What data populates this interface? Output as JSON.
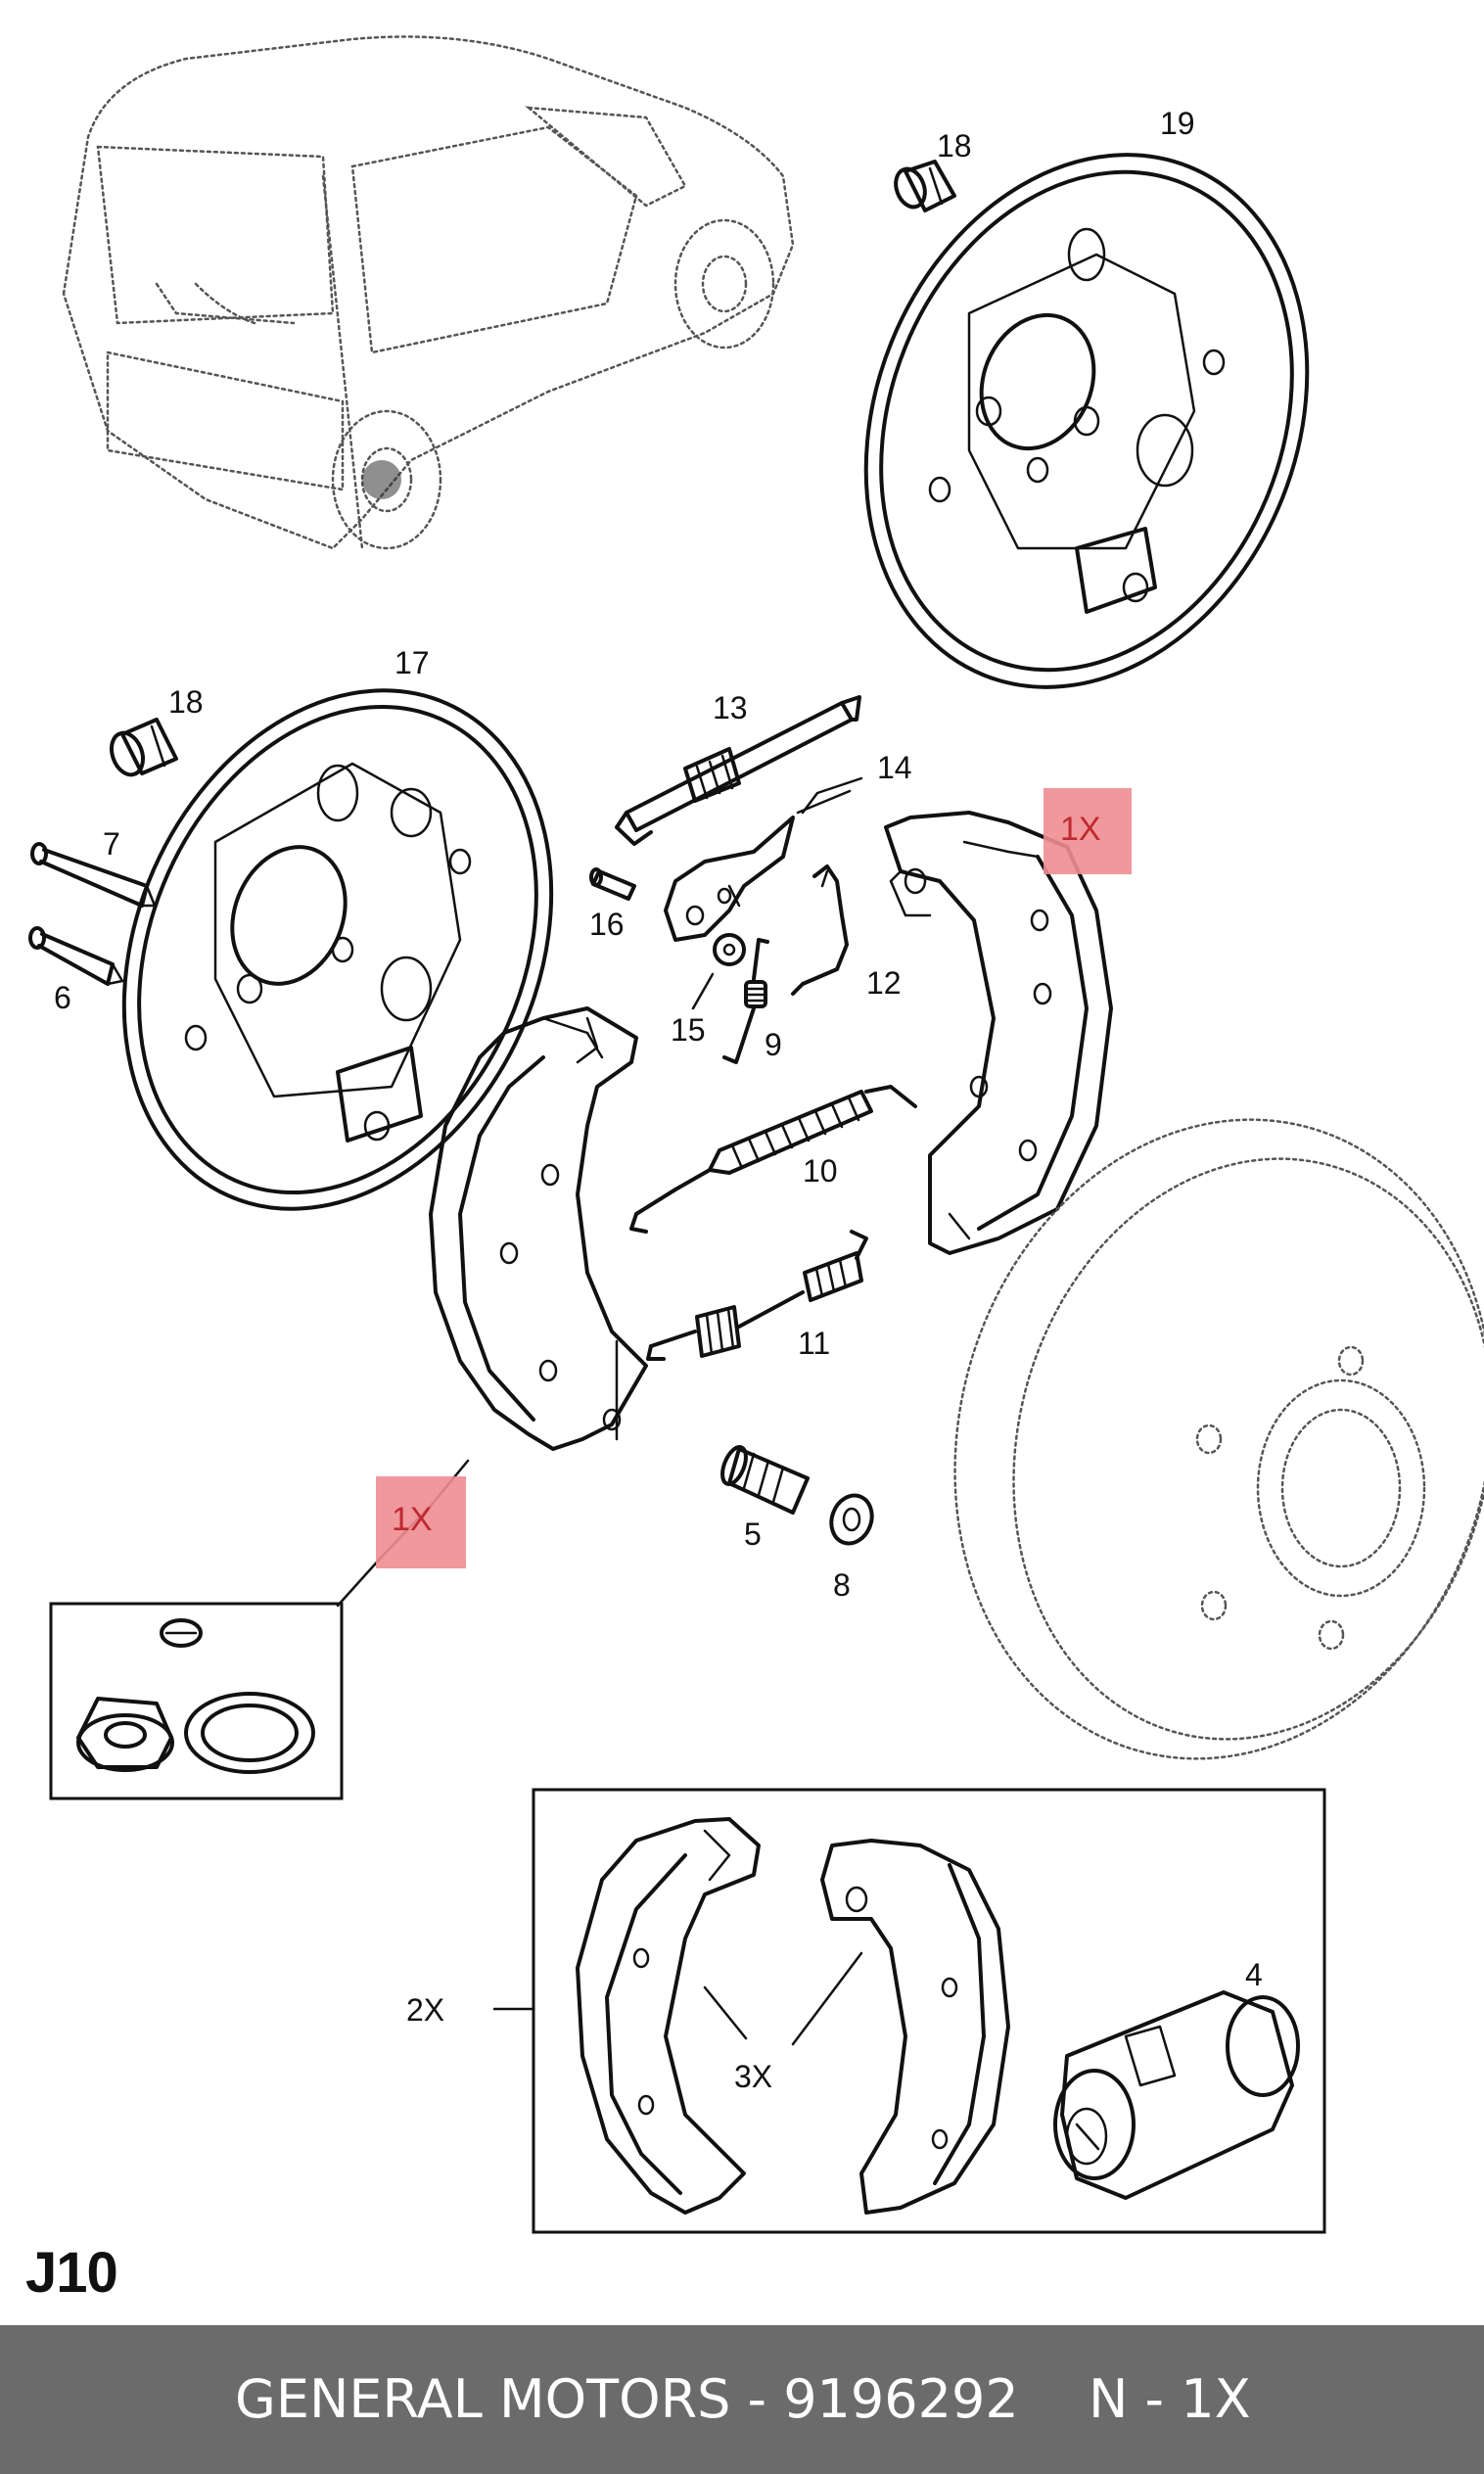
{
  "diagram": {
    "callouts": {
      "c18_top": "18",
      "c19": "19",
      "c17": "17",
      "c18_left": "18",
      "c13": "13",
      "c14": "14",
      "c7": "7",
      "c6": "6",
      "c16": "16",
      "c12": "12",
      "c15": "15",
      "c9": "9",
      "c10": "10",
      "c11": "11",
      "c5": "5",
      "c8": "8",
      "c4": "4",
      "kit_2x": "2X",
      "kit_3x": "3X"
    },
    "highlights": {
      "right_shoe": "1X",
      "left_shoe": "1X"
    },
    "highlight_color": "#ee8d91",
    "page_code": "J10"
  },
  "footer": {
    "part_label": "GENERAL MOTORS - 9196292",
    "qty_label": "N - 1X",
    "background": "#6b6b6b"
  }
}
